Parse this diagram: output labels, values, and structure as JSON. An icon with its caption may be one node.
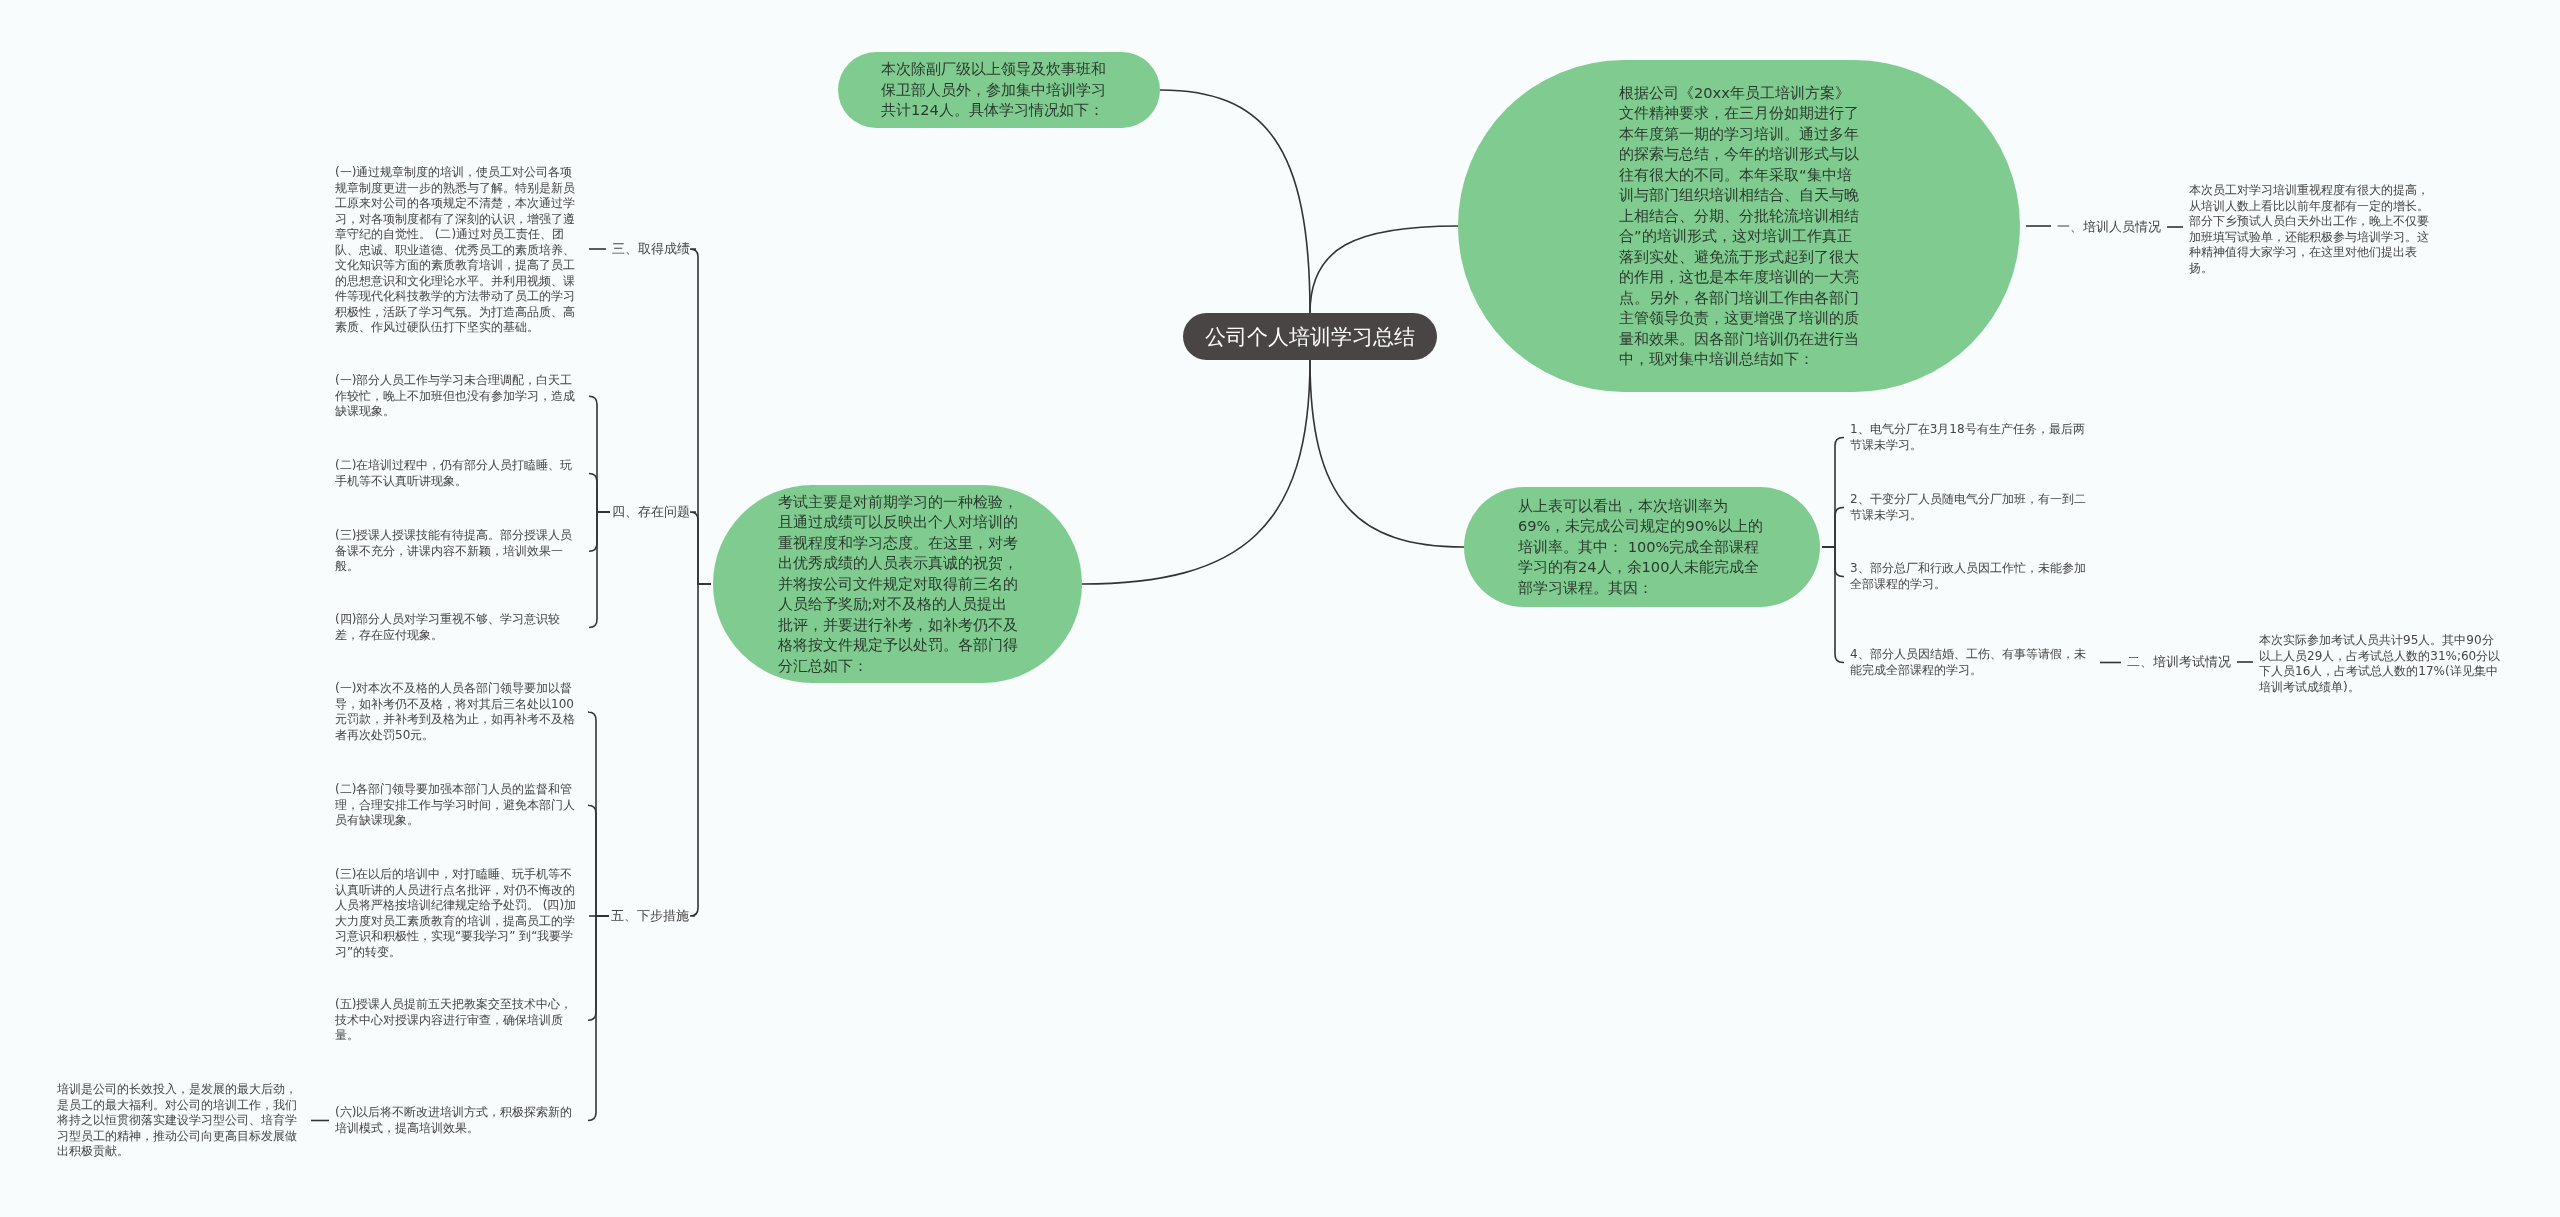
{
  "diagram": {
    "nodes": [
      {
        "text": [
          "公司个人培训学习总结"
        ]
      },
      {
        "text": [
          "本次除副厂级以上领导及炊事班和保卫部人员外，参加集中培训学习共计124人。具体学习情况如下："
        ]
      },
      {
        "text": [
          "根据公司《20xx年员工培训方案》文件精神要求，在三月份如期进行了本年度第一期的学习培训。通过多年的探索与总结，今年的培训形式与以往有很大的不同。本年采取“集中培训与部门组织培训相结合、自天与晚上相结合、分期、分批轮流培训相结合”的培训形式，这对培训工作真正落到实处、避免流于形式起到了很大的作用，这也是本年度培训的一大亮点。另外，各部门培训工作由各部门主管领导负责，这更增强了培训的质量和效果。因各部门培训仍在进行当中，现对集中培训总结如下："
        ]
      },
      {
        "text": [
          "一、培训人员情况"
        ]
      },
      {
        "text": [
          "本次员工对学习培训重视程度有很大的提高，从培训人数上看比以前年度都有一定的增长。部分下乡预试人员白天外出工作，晚上不仅要加班填写试验单，还能积极参与培训学习。这种精神值得大家学习，在这里对他们提出表扬。"
        ]
      },
      {
        "text": [
          "从上表可以看出，本次培训率为69%，未完成公司规定的90%以上的培训率。其中： 100%完成全部课程学习的有24人，余100人未能完成全部学习课程。其因："
        ]
      },
      {
        "text": [
          "1、电气分厂在3月18号有生产任务，最后两节课未学习。"
        ]
      },
      {
        "text": [
          "2、干变分厂人员随电气分厂加班，有一到二节课未学习。"
        ]
      },
      {
        "text": [
          "3、部分总厂和行政人员因工作忙，未能参加全部课程的学习。"
        ]
      },
      {
        "text": [
          "4、部分人员因结婚、工伤、有事等请假，未能完成全部课程的学习。"
        ]
      },
      {
        "text": [
          "二、培训考试情况"
        ]
      },
      {
        "text": [
          "本次实际参加考试人员共计95人。其中90分以上人员29人，占考试总人数的31%;60分以下人员16人，占考试总人数的17%(详见集中培训考试成绩单)。"
        ]
      },
      {
        "text": [
          "考试主要是对前期学习的一种检验，且通过成绩可以反映出个人对培训的重视程度和学习态度。在这里，对考出优秀成绩的人员表示真诚的祝贺，并将按公司文件规定对取得前三名的人员给予奖励;对不及格的人员提出批评，并要进行补考，如补考仍不及格将按文件规定予以处罚。各部门得分汇总如下："
        ]
      },
      {
        "text": [
          "三、取得成绩"
        ]
      },
      {
        "text": [
          "(一)通过规章制度的培训，使员工对公司各项规章制度更进一步的熟悉与了解。特别是新员工原来对公司的各项规定不清楚，本次通过学习，对各项制度都有了深刻的认识，增强了遵章守纪的自觉性。 (二)通过对员工责任、团队、忠诚、职业道德、优秀员工的素质培养、文化知识等方面的素质教育培训，提高了员工的思想意识和文化理论水平。并利用视频、课件等现代化科技教学的方法带动了员工的学习积极性，活跃了学习气氛。为打造高品质、高素质、作风过硬队伍打下坚实的基础。"
        ]
      },
      {
        "text": [
          "四、存在问题"
        ]
      },
      {
        "text": [
          "(一)部分人员工作与学习未合理调配，白天工作较忙，晚上不加班但也没有参加学习，造成缺课现象。"
        ]
      },
      {
        "text": [
          "(二)在培训过程中，仍有部分人员打瞌睡、玩手机等不认真听讲现象。"
        ]
      },
      {
        "text": [
          "(三)授课人授课技能有待提高。部分授课人员备课不充分，讲课内容不新颖，培训效果一般。"
        ]
      },
      {
        "text": [
          "(四)部分人员对学习重视不够、学习意识较差，存在应付现象。"
        ]
      },
      {
        "text": [
          "五、下步措施"
        ]
      },
      {
        "text": [
          "(一)对本次不及格的人员各部门领导要加以督导，如补考仍不及格，将对其后三名处以100元罚款，并补考到及格为止，如再补考不及格者再次处罚50元。"
        ]
      },
      {
        "text": [
          "(二)各部门领导要加强本部门人员的监督和管理，合理安排工作与学习时间，避免本部门人员有缺课现象。"
        ]
      },
      {
        "text": [
          "(三)在以后的培训中，对打瞌睡、玩手机等不认真听讲的人员进行点名批评，对仍不悔改的人员将严格按培训纪律规定给予处罚。 (四)加大力度对员工素质教育的培训，提高员工的学习意识和积极性，实现“要我学习” 到“我要学习”的转变。"
        ]
      },
      {
        "text": [
          "(五)授课人员提前五天把教案交至技术中心，技术中心对授课内容进行审查，确保培训质量。"
        ]
      },
      {
        "text": [
          "(六)以后将不断改进培训方式，积极探索新的培训模式，提高培训效果。"
        ]
      },
      {
        "text": [
          "培训是公司的长效投入，是发展的最大后劲，是员工的最大福利。对公司的培训工作，我们将持之以恒贯彻落实建设学习型公司、培育学习型员工的精神，推动公司向更高目标发展做出积极贡献。"
        ]
      }
    ],
    "edges": [
      {
        "from": 0,
        "to": 1,
        "arrow": "none"
      },
      {
        "from": 0,
        "to": 2,
        "arrow": "none"
      },
      {
        "from": 0,
        "to": 5,
        "arrow": "none"
      },
      {
        "from": 0,
        "to": 12,
        "arrow": "none"
      },
      {
        "from": 2,
        "to": 3,
        "arrow": "none"
      },
      {
        "from": 3,
        "to": 4,
        "arrow": "none"
      },
      {
        "from": 5,
        "to": 6,
        "arrow": "none"
      },
      {
        "from": 5,
        "to": 7,
        "arrow": "none"
      },
      {
        "from": 5,
        "to": 8,
        "arrow": "none"
      },
      {
        "from": 5,
        "to": 9,
        "arrow": "none"
      },
      {
        "from": 9,
        "to": 10,
        "arrow": "none"
      },
      {
        "from": 10,
        "to": 11,
        "arrow": "none"
      },
      {
        "from": 12,
        "to": 13,
        "arrow": "none"
      },
      {
        "from": 13,
        "to": 14,
        "arrow": "none"
      },
      {
        "from": 12,
        "to": 15,
        "arrow": "none"
      },
      {
        "from": 15,
        "to": 16,
        "arrow": "none"
      },
      {
        "from": 15,
        "to": 17,
        "arrow": "none"
      },
      {
        "from": 15,
        "to": 18,
        "arrow": "none"
      },
      {
        "from": 15,
        "to": 19,
        "arrow": "none"
      },
      {
        "from": 12,
        "to": 20,
        "arrow": "none"
      },
      {
        "from": 20,
        "to": 21,
        "arrow": "none"
      },
      {
        "from": 20,
        "to": 22,
        "arrow": "none"
      },
      {
        "from": 20,
        "to": 23,
        "arrow": "none"
      },
      {
        "from": 20,
        "to": 24,
        "arrow": "none"
      },
      {
        "from": 20,
        "to": 25,
        "arrow": "none"
      },
      {
        "from": 25,
        "to": 26,
        "arrow": "none"
      }
    ]
  }
}
